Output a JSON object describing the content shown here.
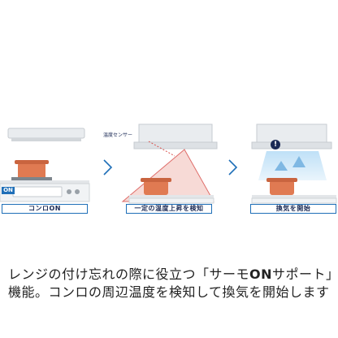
{
  "panels": [
    {
      "caption": "コンロON",
      "on_badge": "ON"
    },
    {
      "caption": "一定の温度上昇を検知",
      "sensor_label": "温度センサー"
    },
    {
      "caption": "換気を開始",
      "alert_symbol": "!"
    }
  ],
  "description": {
    "line1_prefix": "レンジの付け忘れの際に役立つ「サーモ",
    "line1_bold": "ON",
    "line1_suffix": "サポート」",
    "line2": "機能。コンロの周辺温度を検知して換気を開始します"
  },
  "colors": {
    "accent_blue": "#1f6fb8",
    "pot_orange": "#e07a52",
    "heat_red": "#d9534f",
    "navy": "#1b2a55"
  }
}
